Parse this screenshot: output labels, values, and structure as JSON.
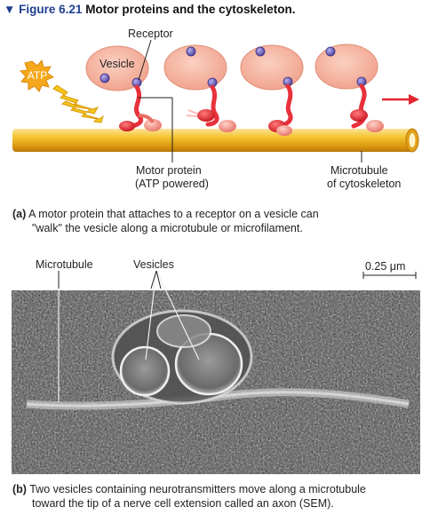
{
  "figure": {
    "arrow_glyph": "▼",
    "number": "Figure 6.21",
    "title": "Motor proteins and the cytoskeleton."
  },
  "panel_a": {
    "labels": {
      "receptor": "Receptor",
      "vesicle": "Vesicle",
      "atp": "ATP",
      "motor_protein_line1": "Motor protein",
      "motor_protein_line2": "(ATP powered)",
      "microtubule_line1": "Microtubule",
      "microtubule_line2": "of cytoskeleton"
    },
    "caption_tag": "(a)",
    "caption_line1": "A motor protein that attaches to a receptor on a vesicle can",
    "caption_line2": "\"walk\" the vesicle along a microtubule or microfilament.",
    "colors": {
      "vesicle": "#f4b5a2",
      "receptor": "#6b5fb3",
      "motor": "#e8313c",
      "microtubule": "#f0b623",
      "atp": "#f5a81c",
      "arrow": "#e2262f"
    }
  },
  "panel_b": {
    "labels": {
      "microtubule": "Microtubule",
      "vesicles": "Vesicles",
      "scale": "0.25 μm"
    },
    "caption_tag": "(b)",
    "caption_line1": "Two vesicles containing neurotransmitters move along a microtubule",
    "caption_line2": "toward the tip of a nerve cell extension called an axon (SEM)."
  }
}
